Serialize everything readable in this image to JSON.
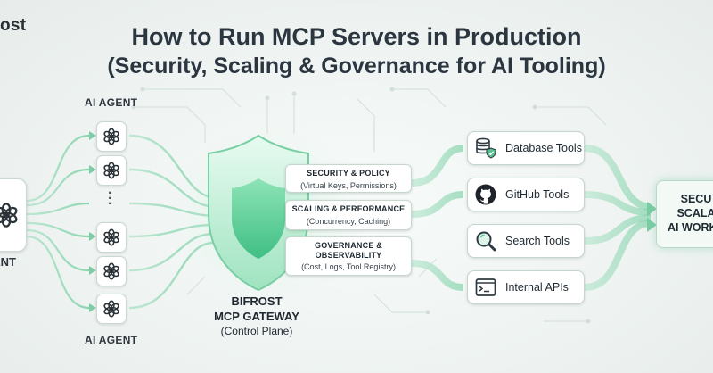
{
  "brand": "ost",
  "title": {
    "line1": "How to Run MCP Servers in Production",
    "line2": "(Security, Scaling & Governance for AI Tooling)"
  },
  "agents": {
    "top_label": "AI AGENT",
    "bottom_label": "AI AGENT",
    "left_partial_label": "ENT",
    "icon": "openai-logo-icon"
  },
  "gateway": {
    "name_line1": "BIFROST",
    "name_line2": "MCP GATEWAY",
    "subtitle": "(Control Plane)",
    "icon": "shield-icon",
    "cards": [
      {
        "title": "SECURITY & POLICY",
        "subtitle": "(Virtual Keys, Permissions)"
      },
      {
        "title": "SCALING & PERFORMANCE",
        "subtitle": "(Concurrency, Caching)"
      },
      {
        "title_line1": "GOVERNANCE &",
        "title_line2": "OBSERVABILITY",
        "subtitle": "(Cost, Logs, Tool Registry)"
      }
    ]
  },
  "tools": [
    {
      "label": "Database Tools",
      "icon": "database-shield-icon"
    },
    {
      "label": "GitHub Tools",
      "icon": "github-icon"
    },
    {
      "label": "Search Tools",
      "icon": "search-icon"
    },
    {
      "label": "Internal APIs",
      "icon": "terminal-icon"
    }
  ],
  "output": {
    "line1": "SECU",
    "line2": "SCALA",
    "line3": "AI WORK"
  },
  "colors": {
    "flow": "#8fd6b3",
    "shield": "#6fd3a3",
    "shield_glow": "#bff0d6",
    "text": "#2c3640"
  }
}
